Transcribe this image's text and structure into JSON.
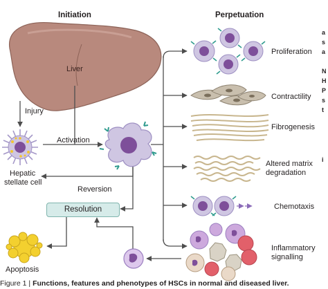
{
  "headers": {
    "initiation": "Initiation",
    "perpetuation": "Perpetuation"
  },
  "labels": {
    "liver": "Liver",
    "injury": "Injury",
    "activation": "Activation",
    "hsc_line1": "Hepatic",
    "hsc_line2": "stellate cell",
    "reversion": "Reversion",
    "resolution": "Resolution",
    "apoptosis": "Apoptosis"
  },
  "outcomes": [
    {
      "label": "Proliferation"
    },
    {
      "label": "Contractility"
    },
    {
      "label": "Fibrogenesis"
    },
    {
      "label_line1": "Altered matrix",
      "label_line2": "degradation"
    },
    {
      "label": "Chemotaxis"
    },
    {
      "label_line1": "Inflammatory",
      "label_line2": "signalling"
    }
  ],
  "caption": {
    "prefix": "Figure 1 | ",
    "title": "Functions, features and phenotypes of HSCs in normal and diseased liver."
  },
  "edge_letters": [
    "a",
    "s",
    "a",
    "N",
    "H",
    "P",
    "s",
    "t",
    "i"
  ],
  "colors": {
    "liver": "#b8897d",
    "hsc_body": "#cfc6e2",
    "hsc_nucleus": "#7e4f9a",
    "lipid_droplet": "#f2c531",
    "receptor": "#2f9b8e",
    "apoptotic": "#f3d02f",
    "resolution_box": "#d6ebe9",
    "arrow": "#4d4d4d",
    "muscle_cell": "#c9bfae",
    "fibre": "#c8b68e"
  }
}
